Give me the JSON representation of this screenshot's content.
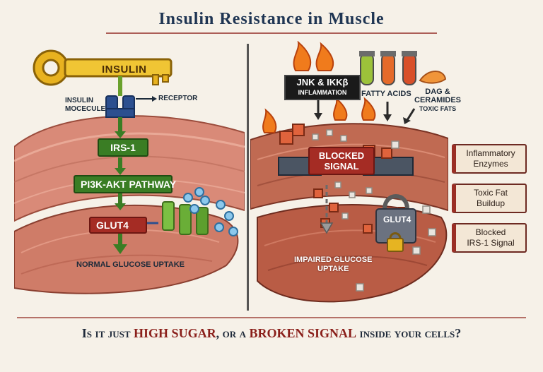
{
  "title": "Insulin Resistance in Muscle",
  "left": {
    "key_label": "INSULIN",
    "molecule_label": "INSULIN MOCECULE",
    "receptor_label": "RECEPTOR",
    "irs1": "IRS-1",
    "pi3k": "PI3K-AKT PATHWAY",
    "glut4": "GLUT4",
    "uptake": "NORMAL GLUCOSE UPTAKE"
  },
  "right": {
    "jnk": "JNK & IKKβ",
    "jnk_sub": "INFLAMMATION",
    "fatty_acids": "FATTY ACIDS",
    "dag_line1": "DAG &",
    "dag_line2": "CERAMIDES",
    "toxic_fats": "TOXIC FATS",
    "blocked_line1": "BLOCKED",
    "blocked_line2": "SIGNAL",
    "glut4": "GLUT4",
    "impaired_line1": "IMPAIRED GLUCOSE",
    "impaired_line2": "UPTAKE"
  },
  "side_boxes": [
    {
      "line1": "Inflammatory",
      "line2": "Enzymes"
    },
    {
      "line1": "Toxic Fat",
      "line2": "Buildup"
    },
    {
      "line1": "Blocked",
      "line2": "IRS-1 Signal"
    }
  ],
  "question": {
    "part1": "Is it just ",
    "hl1": "HIGH SUGAR",
    "part2": ", or a ",
    "hl2": "BROKEN SIGNAL",
    "part3": " inside your cells?"
  },
  "colors": {
    "title": "#1f3553",
    "pathway_green": "#3a7d24",
    "blocked_red": "#a52c24",
    "muscle": "#d98a78"
  }
}
